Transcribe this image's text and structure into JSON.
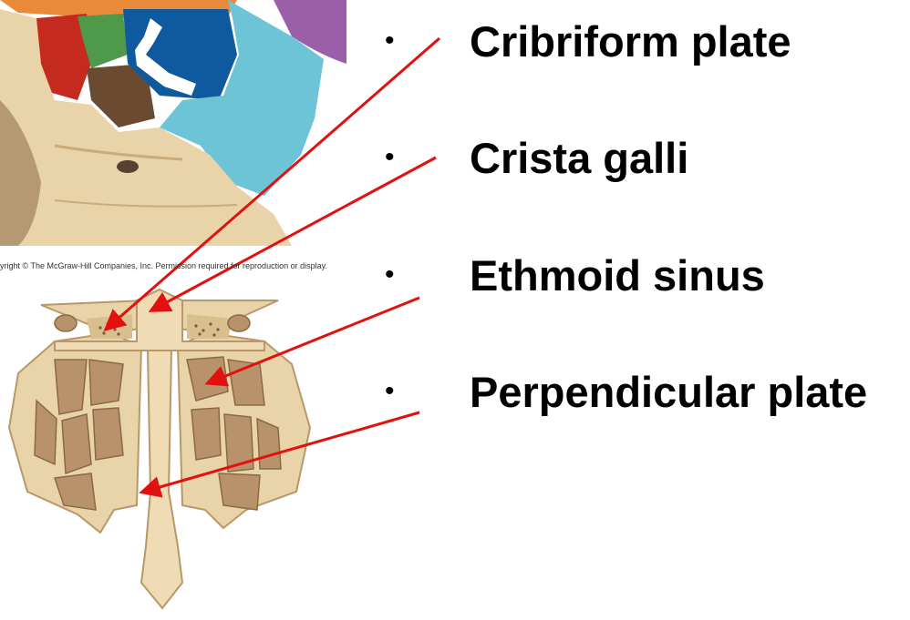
{
  "copyright": "yright © The McGraw-Hill Companies, Inc. Permission required for reproduction or display.",
  "labels": [
    {
      "bullet": "•",
      "text": "Cribriform plate"
    },
    {
      "bullet": "•",
      "text": "Crista galli"
    },
    {
      "bullet": "•",
      "text": "Ethmoid sinus"
    },
    {
      "bullet": "•",
      "text": "Perpendicular plate"
    }
  ],
  "colors": {
    "bone": "#e9d3a8",
    "bone_shade": "#c9ac7c",
    "arrow": "#e31010",
    "cyan": "#6cc4d6",
    "blue": "#0f5a9e",
    "green": "#4f9a4a",
    "red": "#c42a1e",
    "brown": "#6b4a32",
    "purple": "#9a5fa8",
    "orange": "#e88a3a"
  }
}
